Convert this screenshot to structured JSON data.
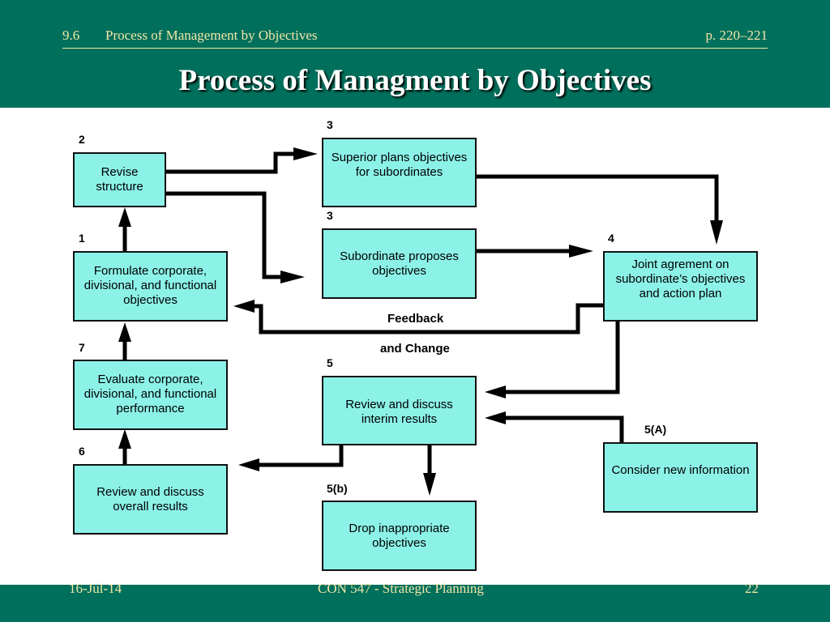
{
  "header": {
    "section": "9.6",
    "section_title": "Process of Management by Objectives",
    "pages": "p. 220–221",
    "title": "Process of Managment by Objectives"
  },
  "footer": {
    "date": "16-Jul-14",
    "course": "CON 547 - Strategic Planning",
    "slide_number": "22"
  },
  "diagram": {
    "boxes": {
      "revise_structure": "Revise structure",
      "formulate_objectives": "Formulate corporate, divisional, and functional objectives",
      "evaluate_performance": "Evaluate corporate, divisional, and functional performance",
      "review_overall": "Review and discuss overall results",
      "superior_plans": "Superior plans objectives for subordinates",
      "subordinate_proposes": "Subordinate proposes objectives",
      "review_interim": "Review and discuss interim results",
      "drop_objectives": "Drop inappropriate objectives",
      "joint_agreement": "Joint agrement on subordinate’s objectives and action plan",
      "consider_info": "Consider new information"
    },
    "step_numbers": {
      "revise_structure": "2",
      "formulate_objectives": "1",
      "evaluate_performance": "7",
      "review_overall": "6",
      "superior_plans": "3",
      "subordinate_proposes": "3",
      "review_interim": "5",
      "drop_objectives": "5(b)",
      "joint_agreement": "4",
      "consider_info": "5(A)"
    },
    "feedback_label_1": "Feedback",
    "feedback_label_2": "and Change",
    "colors": {
      "box_fill": "#8cf2e8",
      "band": "#006f5c",
      "header_text": "#f2e7a8"
    }
  }
}
